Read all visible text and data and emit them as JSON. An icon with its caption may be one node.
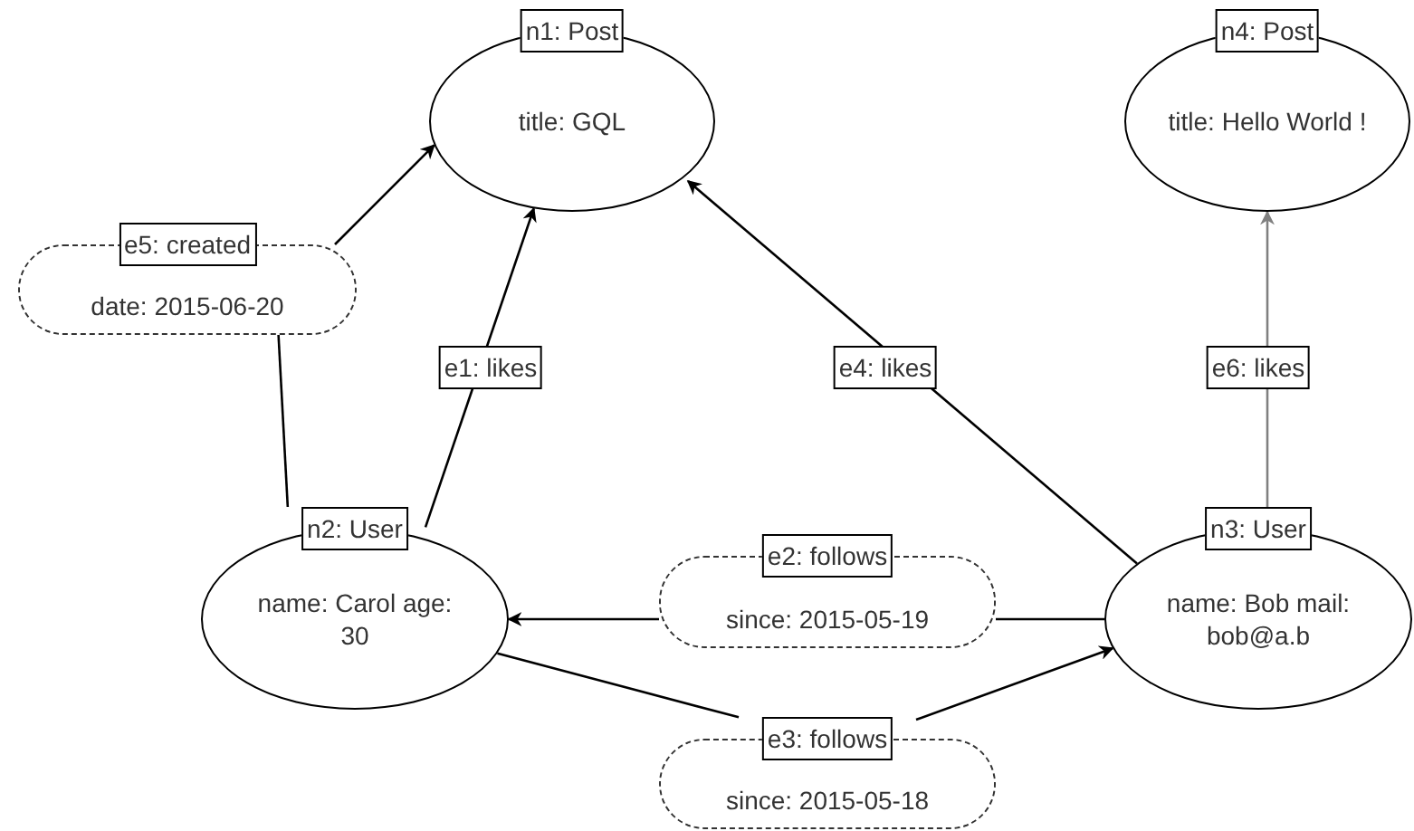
{
  "diagram": {
    "nodes": [
      {
        "text": [
          "n1: Post",
          "title: GQL"
        ]
      },
      {
        "text": [
          "n4: Post",
          "title: Hello World !"
        ]
      },
      {
        "text": [
          "e5: created",
          "date: 2015-06-20"
        ]
      },
      {
        "text": [
          "n2: User",
          "name: Carol age: 30"
        ]
      },
      {
        "text": [
          "e2: follows",
          "since: 2015-05-19"
        ]
      },
      {
        "text": [
          "n3: User",
          "name: Bob mail: bob@a.b"
        ]
      },
      {
        "text": [
          "e3: follows",
          "since: 2015-05-18"
        ]
      }
    ],
    "edges": [
      {
        "from": 3,
        "to": 0,
        "arrow": "to",
        "label": "e1: likes"
      },
      {
        "from": 5,
        "to": 0,
        "arrow": "to",
        "label": "e4: likes"
      },
      {
        "from": 5,
        "to": 1,
        "arrow": "to",
        "label": "e6: likes",
        "color": "#808080"
      },
      {
        "from": 3,
        "to": 2,
        "arrow": "none"
      },
      {
        "from": 2,
        "to": 0,
        "arrow": "to"
      },
      {
        "from": 5,
        "to": 4,
        "arrow": "none"
      },
      {
        "from": 4,
        "to": 3,
        "arrow": "to"
      },
      {
        "from": 3,
        "to": 6,
        "arrow": "none"
      },
      {
        "from": 6,
        "to": 5,
        "arrow": "to"
      }
    ]
  }
}
